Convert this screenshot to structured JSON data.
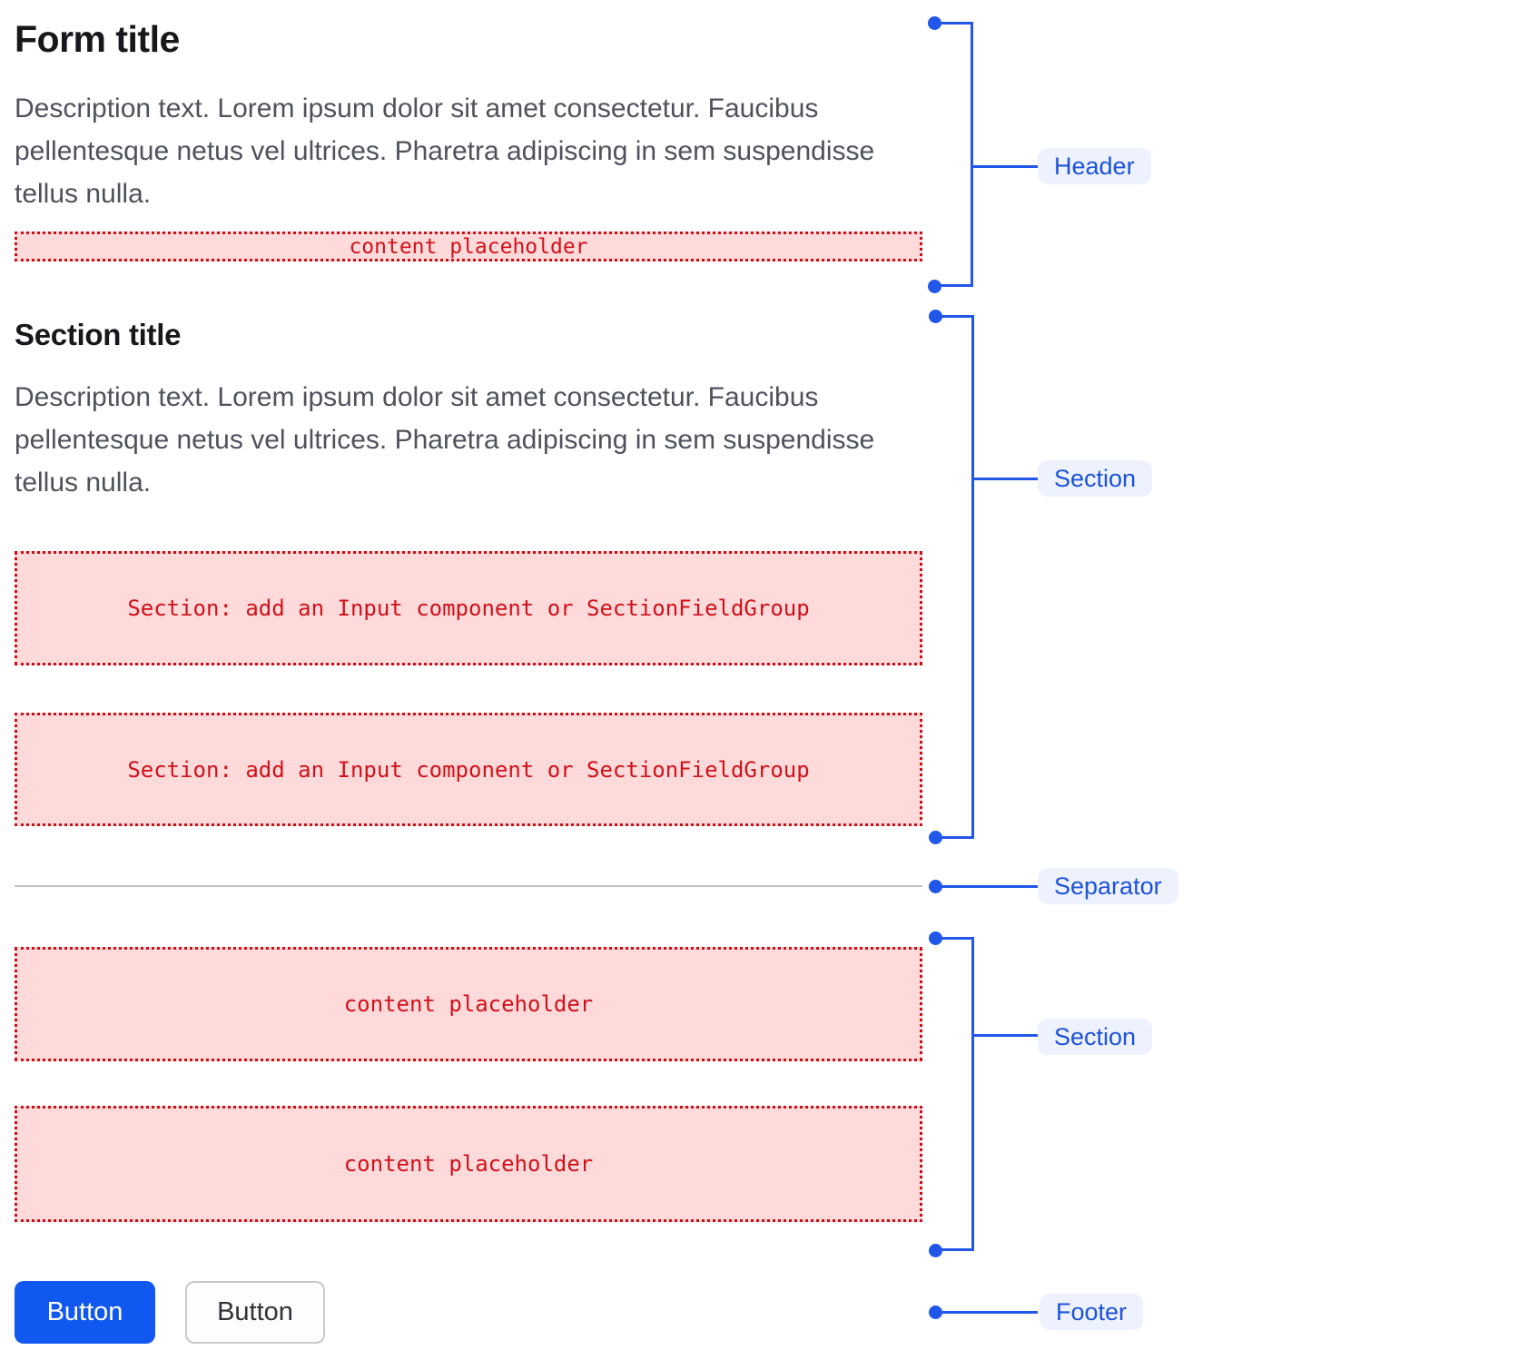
{
  "form": {
    "header": {
      "title": "Form title",
      "description": "Description text. Lorem ipsum dolor sit amet consectetur. Faucibus pellentesque netus vel ultrices. Pharetra adipiscing in sem suspendisse tellus nulla.",
      "content_placeholder": "content placeholder"
    },
    "section": {
      "title": "Section title",
      "description": "Description text. Lorem ipsum dolor sit amet consectetur. Faucibus pellentesque netus vel ultrices. Pharetra adipiscing in sem suspendisse tellus nulla.",
      "placeholder_1": "Section: add an Input component or SectionFieldGroup",
      "placeholder_2": "Section: add an Input component or SectionFieldGroup"
    },
    "section_2": {
      "placeholder_1": "content placeholder",
      "placeholder_2": "content placeholder"
    },
    "footer": {
      "primary_button_label": "Button",
      "secondary_button_label": "Button"
    }
  },
  "annotations": {
    "header_label": "Header",
    "section_label_1": "Section",
    "separator_label": "Separator",
    "section_label_2": "Section",
    "footer_label": "Footer"
  },
  "colors": {
    "accent_blue": "#2157e8",
    "label_blue": "#1d52d9",
    "pill_bg": "#edf2fe",
    "button_blue": "#1158f0",
    "pink_bg": "#ffdadb",
    "red_border": "#cb0e15",
    "red_text": "#d01119",
    "separator_gray": "#c2c1c7",
    "title_color": "#17181c",
    "desc_color": "#4e525b"
  }
}
